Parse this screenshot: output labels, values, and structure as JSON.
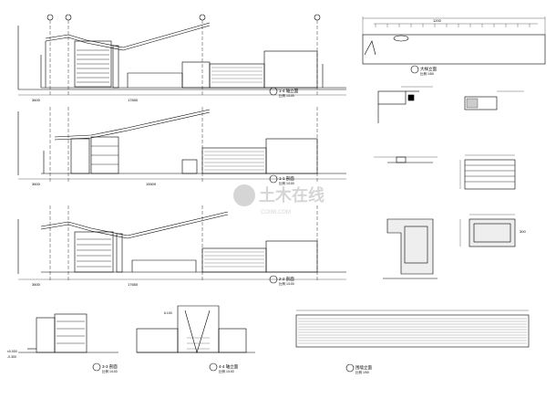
{
  "sheet": {
    "watermark_cn": "土木在线",
    "watermark_en": "COI88.COM"
  },
  "views": {
    "elev_a": {
      "title": "1-4 轴立面",
      "scale": "比例 1/100"
    },
    "sect_1": {
      "title": "1-1 剖面",
      "scale": "比例 1/100"
    },
    "sect_2": {
      "title": "2-2 剖面",
      "scale": "比例 1/100"
    },
    "side_elev": {
      "title": "3-3 剖面",
      "scale": "比例 1/100"
    },
    "front_elev": {
      "title": "4-4 轴立面",
      "scale": "比例 1/100"
    },
    "wall_plan": {
      "title": "围墙立面",
      "scale": "比例 1/50"
    },
    "sign_elev": {
      "title": "大样立面",
      "scale": "比例 1/50"
    }
  },
  "dims": {
    "d1": "3600",
    "d2": "17650",
    "d3": "3600",
    "d4": "15500",
    "d5": "3600",
    "d6": "17650",
    "d7": "1200",
    "d8": "300"
  },
  "levels": {
    "l1": "±0.000",
    "l2": "-0.300",
    "l3": "6.100"
  },
  "colors": {
    "line": "#000000",
    "hatch": "#333333"
  }
}
